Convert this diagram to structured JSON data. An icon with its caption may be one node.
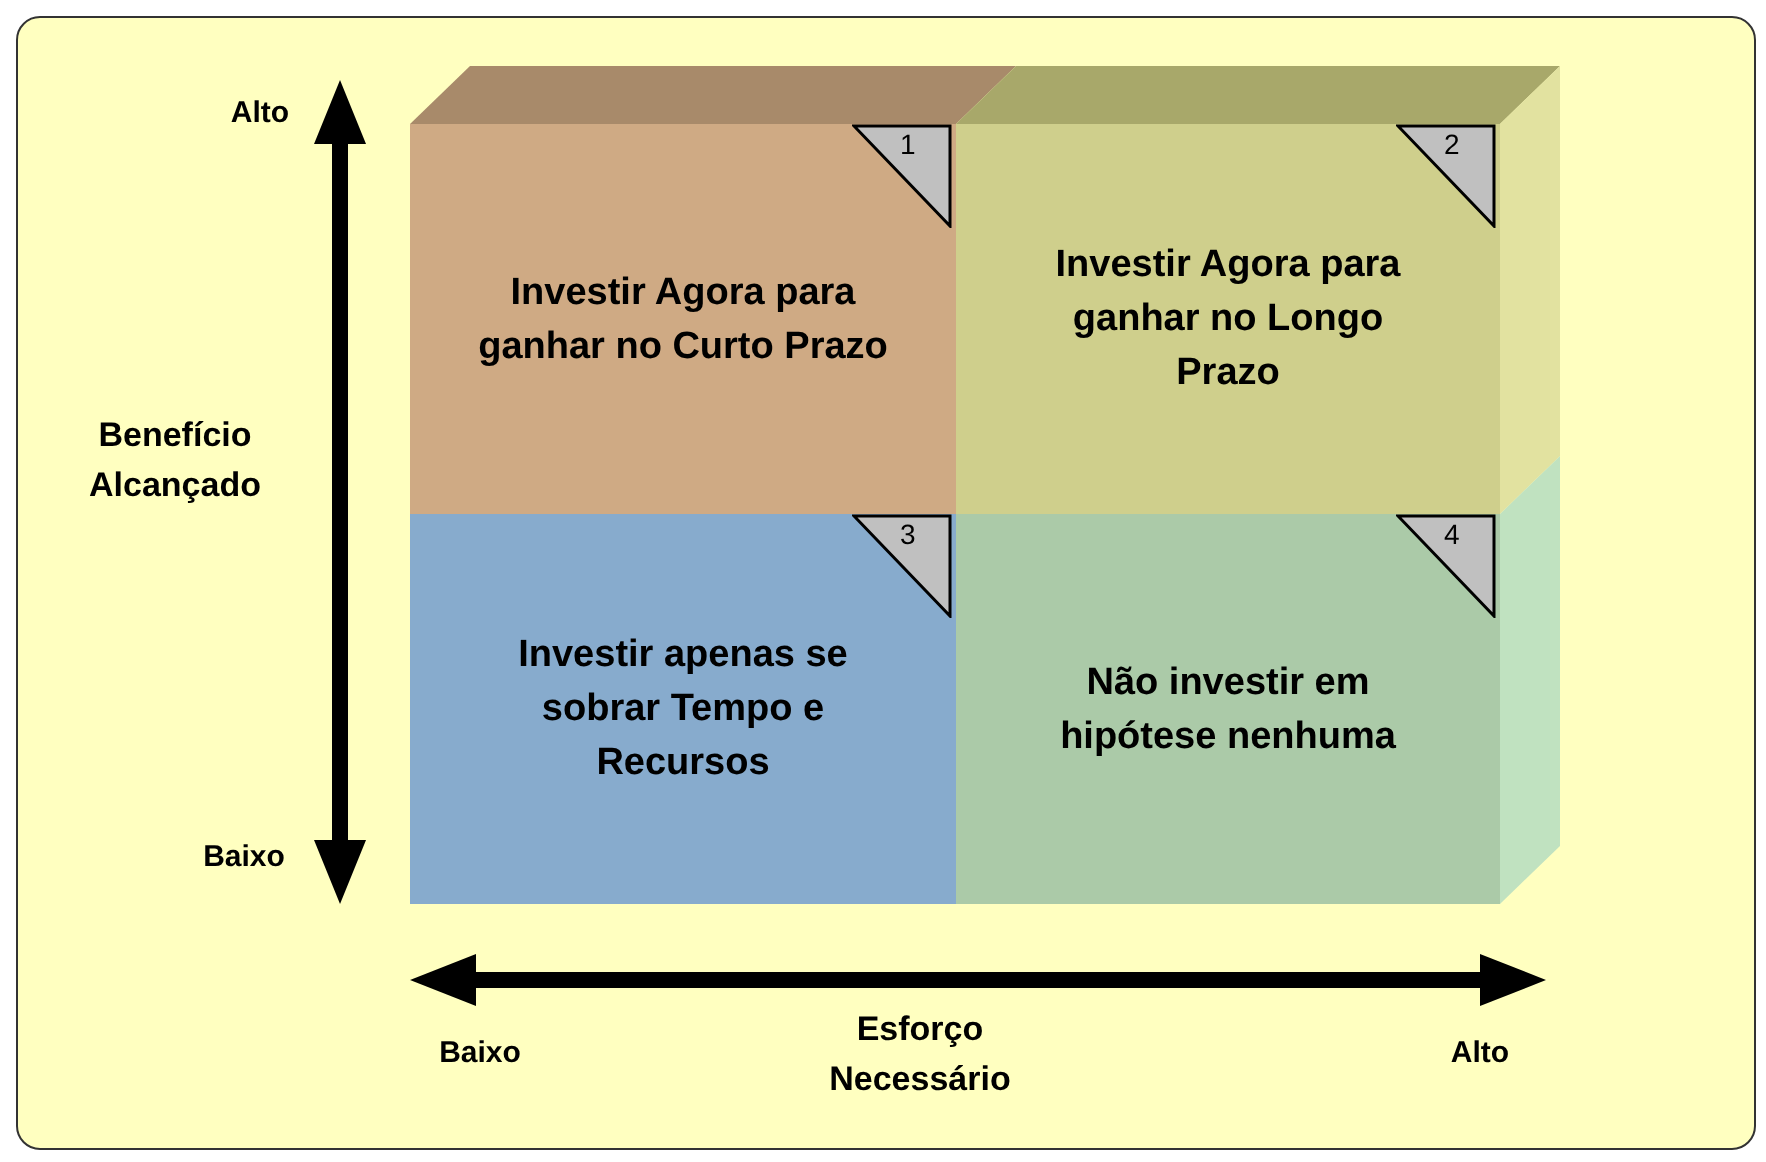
{
  "diagram": {
    "nodes": [
      {
        "text": [
          "Investir Agora para ganhar no Curto Prazo"
        ]
      },
      {
        "text": [
          "1"
        ],
        "in": 0
      },
      {
        "text": [
          "Investir Agora para ganhar no Longo Prazo"
        ]
      },
      {
        "text": [
          "2"
        ],
        "in": 2
      },
      {
        "text": [
          "Investir apenas se sobrar Tempo e Recursos"
        ]
      },
      {
        "text": [
          "3"
        ],
        "in": 4
      },
      {
        "text": [
          "Não investir em hipótese nenhuma"
        ]
      },
      {
        "text": [
          "4"
        ],
        "in": 6
      }
    ],
    "labels": [
      "Alto",
      "Benefício Alcançado",
      "Baixo",
      "Baixo",
      "Esforço Necessário",
      "Alto"
    ]
  }
}
